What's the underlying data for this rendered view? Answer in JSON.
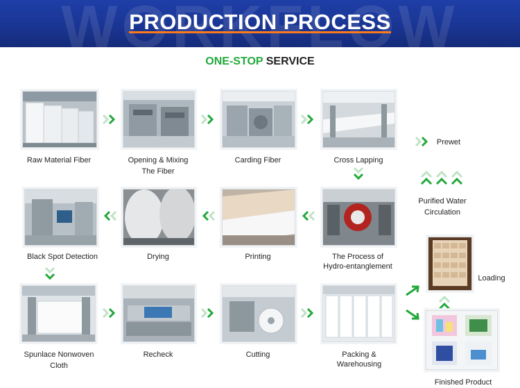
{
  "banner": {
    "title": "PRODUCTION PROCESS",
    "background_text": "WORKFLOW"
  },
  "subtitle": {
    "green": "ONE-STOP",
    "dark": "SERVICE"
  },
  "colors": {
    "banner_blue": "#1a3593",
    "accent_orange": "#ff7a1a",
    "arrow_green": "#22a83a",
    "text": "#222222"
  },
  "steps": {
    "raw_material": {
      "line1": "Raw Material Fiber"
    },
    "opening_mixing": {
      "line1": "Opening & Mixing",
      "line2": "The Fiber"
    },
    "carding": {
      "line1": "Carding Fiber"
    },
    "cross_lapping": {
      "line1": "Cross Lapping"
    },
    "prewet": {
      "line1": "Prewet"
    },
    "purified_water": {
      "line1": "Purified Water",
      "line2": "Circulation"
    },
    "black_spot": {
      "line1": "Black Spot Detection"
    },
    "drying": {
      "line1": "Drying"
    },
    "printing": {
      "line1": "Printing"
    },
    "hydro": {
      "line1": "The Process of",
      "line2": "Hydro-entanglement"
    },
    "loading": {
      "line1": "Loading"
    },
    "spunlace": {
      "line1": "Spunlace Nonwoven",
      "line2": "Cloth"
    },
    "recheck": {
      "line1": "Recheck"
    },
    "cutting": {
      "line1": "Cutting"
    },
    "packing": {
      "line1": "Packing &",
      "line2": "Warehousing"
    },
    "finished": {
      "line1": "Finished Product"
    }
  }
}
